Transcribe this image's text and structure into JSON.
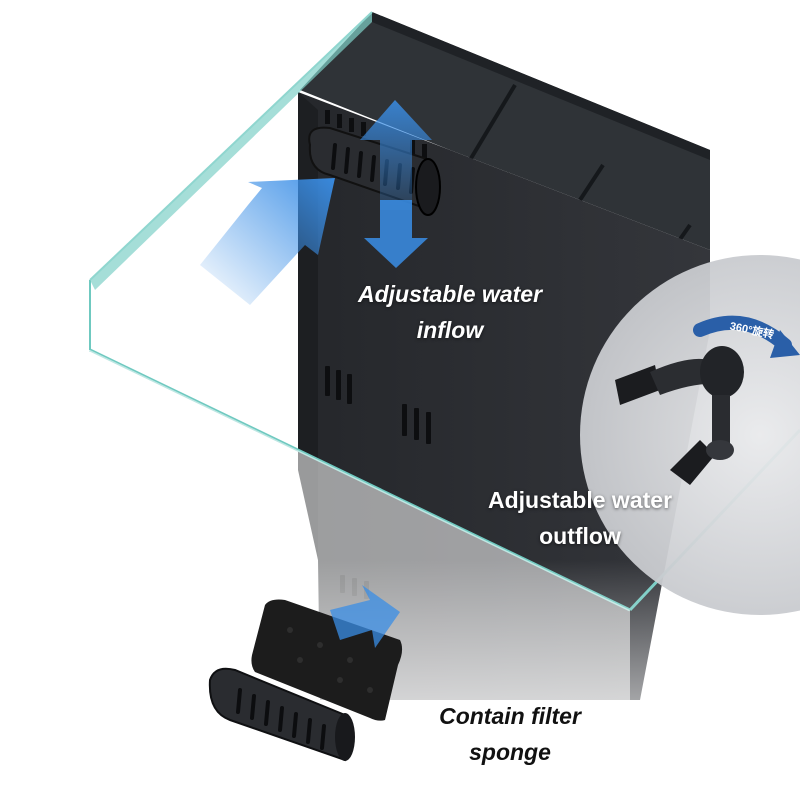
{
  "labels": {
    "inflow": {
      "line1": "Adjustable water",
      "line2": "inflow"
    },
    "outflow": {
      "line1": "Adjustable water",
      "line2": "outflow"
    },
    "sponge": {
      "line1": "Contain filter",
      "line2": "sponge"
    }
  },
  "rotation_badge": "360°旋转",
  "colors": {
    "panel": "#2c2e33",
    "glass_edge": "#6fc9c0",
    "arrow": "#3a8ee6",
    "sponge": "#1c1c1c",
    "badge": "#2a5fa8"
  },
  "icons": [
    "water-flow-arrow-icon",
    "rotation-arrow-icon",
    "nozzle-icon"
  ]
}
